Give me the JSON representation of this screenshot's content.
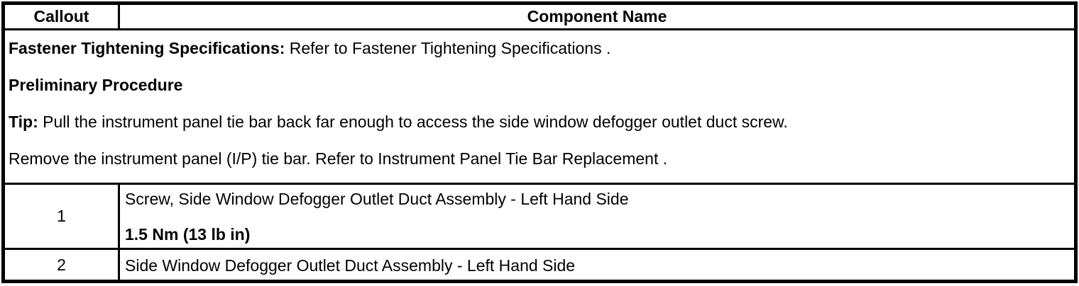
{
  "table": {
    "header": {
      "callout": "Callout",
      "component_name": "Component Name"
    },
    "section": {
      "fastener_spec": {
        "bold": "Fastener Tightening Specifications:",
        "pre_link": " Refer to ",
        "link": "Fastener Tightening Specifications",
        "post_link": " ."
      },
      "preliminary_heading": "Preliminary Procedure",
      "tip": {
        "bold": "Tip:",
        "text": " Pull the instrument panel tie bar back far enough to access the side window defogger outlet duct screw."
      },
      "remove_step": {
        "pre_link": "Remove the instrument panel (I/P) tie bar. Refer to ",
        "link": "Instrument Panel Tie Bar Replacement",
        "post_link": " ."
      }
    },
    "rows": [
      {
        "callout": "1",
        "name": "Screw, Side Window Defogger Outlet Duct Assembly - Left Hand Side",
        "torque": "1.5 Nm (13 lb in)"
      },
      {
        "callout": "2",
        "name": "Side Window Defogger Outlet Duct Assembly - Left Hand Side"
      }
    ]
  },
  "colors": {
    "border": "#000000",
    "text": "#000000",
    "background": "#ffffff"
  }
}
